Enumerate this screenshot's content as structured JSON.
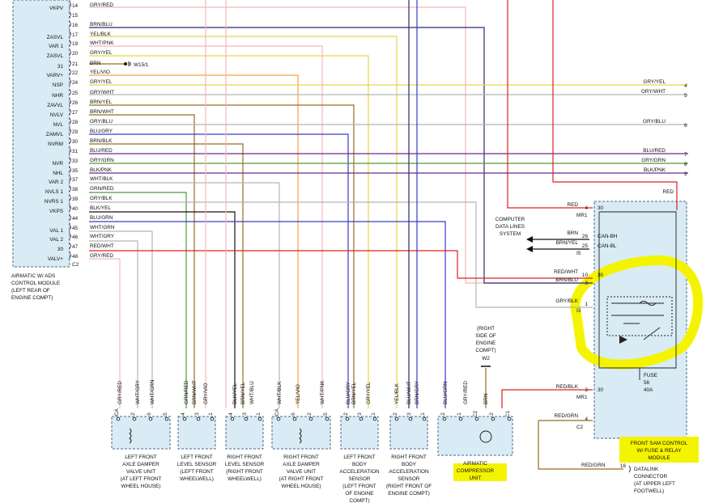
{
  "module_left": {
    "pin_names": [
      "VKPV",
      "",
      "",
      "ZASVL",
      "VAR 1",
      "ZASVL",
      "31",
      "VARV+",
      "NSP",
      "NHR",
      "ZAVVL",
      "NVLV",
      "NVL",
      "ZAMVL",
      "NVRM",
      "NVR",
      "NHL",
      "VAR 2",
      "NVLS 1",
      "",
      "NVRS 1",
      "VKPS",
      "VAL 1",
      "VAL 2",
      "30",
      "VALV+"
    ],
    "pins": [
      {
        "num": "14",
        "wire": "GRY/RED"
      },
      {
        "num": "15",
        "wire": ""
      },
      {
        "num": "16",
        "wire": "BRN/BLU"
      },
      {
        "num": "17",
        "wire": "YEL/BLK"
      },
      {
        "num": "19",
        "wire": "WHT/PNK"
      },
      {
        "num": "20",
        "wire": "GRY/YEL"
      },
      {
        "num": "21",
        "wire": "BRN"
      },
      {
        "num": "22",
        "wire": "YEL/VIO"
      },
      {
        "num": "24",
        "wire": "GRY/YEL"
      },
      {
        "num": "25",
        "wire": "GRY/WHT"
      },
      {
        "num": "26",
        "wire": "BRN/YEL"
      },
      {
        "num": "27",
        "wire": "BRN/WHT"
      },
      {
        "num": "28",
        "wire": "GRY/BLU"
      },
      {
        "num": "29",
        "wire": "BLU/GRY"
      },
      {
        "num": "30",
        "wire": "BRN/BLK"
      },
      {
        "num": "31",
        "wire": "BLU/RED"
      },
      {
        "num": "33",
        "wire": "GRY/GRN"
      },
      {
        "num": "35",
        "wire": "BLK/PNK"
      },
      {
        "num": "37",
        "wire": "WHT/BLK"
      },
      {
        "num": "38",
        "wire": "GRN/RED"
      },
      {
        "num": "39",
        "wire": "GRY/BLK"
      },
      {
        "num": "40",
        "wire": "BLK/YEL"
      },
      {
        "num": "44",
        "wire": "BLU/GRN"
      },
      {
        "num": "45",
        "wire": "WHT/GRN"
      },
      {
        "num": "46",
        "wire": "WHT/GRY"
      },
      {
        "num": "47",
        "wire": "RED/WHT"
      },
      {
        "num": "48",
        "wire": "GRY/RED"
      }
    ],
    "connector": "C2",
    "ground_ref": "W15/1",
    "label": [
      "AIRMATIC W/ ADS",
      "CONTROL MODULE",
      "(LEFT REAR OF",
      "ENGINE COMPT)"
    ]
  },
  "right_refs": [
    {
      "wire": "GRY/YEL",
      "num": "4"
    },
    {
      "wire": "GRY/WHT",
      "num": "5"
    },
    {
      "wire": "GRY/BLU",
      "num": "6"
    },
    {
      "wire": "BLU/RED",
      "num": "7"
    },
    {
      "wire": "GRY/GRN",
      "num": "8"
    },
    {
      "wire": "BLK/PNK",
      "num": "9"
    }
  ],
  "sam": {
    "red_top": "RED",
    "pins": [
      {
        "wire": "RED",
        "num": "4",
        "conn": "MR1",
        "term": "30"
      },
      {
        "wire": "BRN",
        "num": "26",
        "conn": "",
        "term": "CAN-BH"
      },
      {
        "wire": "BRN/YEL",
        "num": "25",
        "conn": "I5",
        "term": "CAN-BL"
      },
      {
        "wire": "RED/WHT",
        "num": "10",
        "conn": "",
        "term": "30"
      },
      {
        "wire": "BRN/BLU",
        "num": "3",
        "conn": "",
        "term": ""
      },
      {
        "wire": "GRY/BLK",
        "num": "1",
        "conn": "I3",
        "term": ""
      },
      {
        "wire": "RED/BLK",
        "num": "2",
        "conn": "MR1",
        "term": "30"
      },
      {
        "wire": "RED/GRN",
        "num": "4",
        "conn": "C2",
        "term": ""
      }
    ],
    "computer_label": [
      "COMPUTER",
      "DATA LINES",
      "SYSTEM"
    ],
    "fuse": [
      "FUSE",
      "56",
      "40A"
    ],
    "label": [
      "FRONT SAM CONTROL",
      "W/ FUSE & RELAY",
      "MODULE"
    ],
    "highlight_color": "#f4f400"
  },
  "datalink": {
    "wire": "RED/GRN",
    "num": "16",
    "label": [
      "DATALINK",
      "CONNECTOR",
      "(AT UPPER LEFT",
      "FOOTWELL)"
    ]
  },
  "ground_note": {
    "label": [
      "(RIGHT",
      "SIDE OF",
      "ENGINE",
      "COMPT)"
    ],
    "ref": "W2"
  },
  "components": [
    {
      "label": [
        "LEFT FRONT",
        "AXLE DAMPER",
        "VALVE UNIT",
        "(AT LEFT FRONT",
        "WHEEL HOUSE)"
      ],
      "wires": [
        "GRY/RED",
        "WHT/GRY",
        "WHT/GRN"
      ],
      "pins": [
        "NCA",
        "2",
        "6",
        "5"
      ]
    },
    {
      "label": [
        "LEFT FRONT",
        "LEVEL SENSOR",
        "(LEFT FRONT",
        "WHEELWELL)"
      ],
      "wires": [
        "GRN/RED",
        "BRN/WHT",
        "GRY/VIO"
      ],
      "pins": [
        "4",
        "3",
        "1"
      ]
    },
    {
      "label": [
        "RIGHT FRONT",
        "LEVEL SENSOR",
        "(RIGHT FRONT",
        "WHEELWELL)"
      ],
      "wires": [
        "BLK/YEL",
        "BRN/YEL",
        "WHT/BLU"
      ],
      "pins": [
        "4",
        "3",
        "1"
      ]
    },
    {
      "label": [
        "RIGHT FRONT",
        "AXLE DAMPER",
        "VALVE UNIT",
        "(AT RIGHT FRONT",
        "WHEEL HOUSE)"
      ],
      "wires": [
        "WHT/BLK",
        "YEL/VIO",
        "WHT/PNK"
      ],
      "pins": [
        "NCA",
        "6",
        "2",
        "5"
      ]
    },
    {
      "label": [
        "LEFT FRONT",
        "BODY",
        "ACCELERATION",
        "SENSOR",
        "(LEFT FRONT",
        "OF ENGINE",
        "COMPT)"
      ],
      "wires": [
        "BLU/GRY",
        "BRN/YEL",
        "GRY/YEL"
      ],
      "pins": [
        "2",
        "3",
        "1"
      ]
    },
    {
      "label": [
        "RIGHT FRONT",
        "BODY",
        "ACCELERATION",
        "SENSOR",
        "(RIGHT FRONT OF",
        "ENGINE COMPT)"
      ],
      "wires": [
        "YEL/BLK",
        "BLU/WHT",
        "BRN/GRY"
      ],
      "pins": [
        "2",
        "3",
        "1"
      ]
    },
    {
      "label": [
        "AIRMATIC",
        "COMPRESSOR",
        "UNIT"
      ],
      "wires": [
        "BLU/GRN",
        "GRY/RED",
        "BRN"
      ],
      "pins": [
        "2",
        "1",
        "C2",
        "2",
        "C1"
      ],
      "highlight": true
    }
  ],
  "colors": {
    "red": "#e02020",
    "pink": "#f2b8b8",
    "yellow": "#e6d64a",
    "gray": "#b5b5b5",
    "blue": "#3a3ad0",
    "brown": "#9a6a22",
    "orange": "#f0a43c",
    "green": "#4f9a3a",
    "navy": "#2a2a6e",
    "purple": "#6a2a8a",
    "lightblue": "#d9ebf5",
    "dark": "#111111"
  }
}
